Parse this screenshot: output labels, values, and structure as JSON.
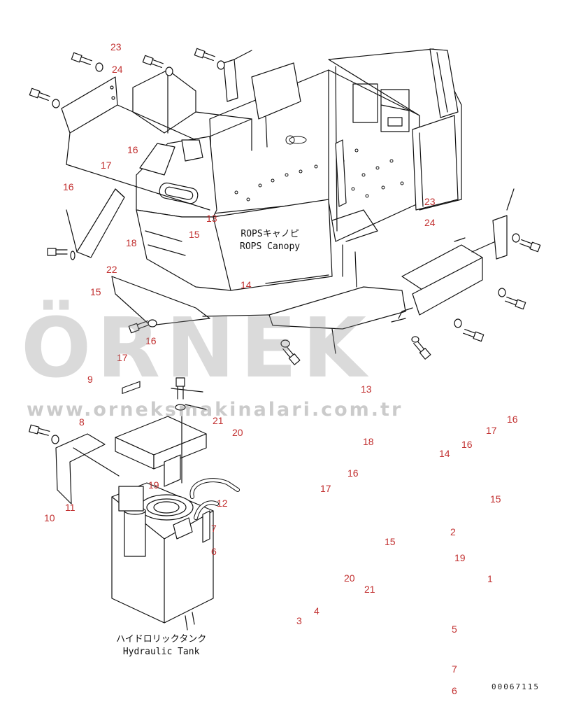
{
  "canopy_label": {
    "jp": "ROPSキャノピ",
    "en": "ROPS Canopy"
  },
  "tank_label": {
    "jp": "ハイドロリックタンク",
    "en": "Hydraulic Tank"
  },
  "watermark": {
    "logo": "ÖRNEK",
    "url": "www.orneksmakinalari.com.tr"
  },
  "document_id": "00067115",
  "callouts": [
    "23",
    "24",
    "16",
    "17",
    "16",
    "13",
    "15",
    "18",
    "22",
    "15",
    "14",
    "16",
    "17",
    "9",
    "23",
    "24",
    "13",
    "21",
    "20",
    "8",
    "10",
    "11",
    "19",
    "12",
    "7",
    "6",
    "17",
    "16",
    "18",
    "16",
    "14",
    "17",
    "15",
    "2",
    "15",
    "19",
    "1",
    "20",
    "21",
    "3",
    "4",
    "5",
    "7",
    "6"
  ]
}
